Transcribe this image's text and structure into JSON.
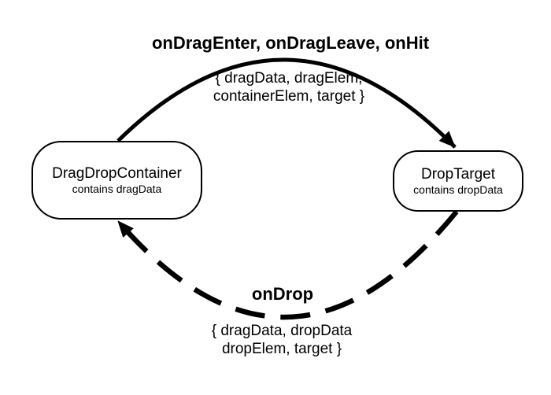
{
  "canvas": {
    "background": "#ffffff",
    "ink": "#000000"
  },
  "nodes": {
    "left": {
      "title": "DragDropContainer",
      "subtitle": "contains dragData"
    },
    "right": {
      "title": "DropTarget",
      "subtitle": "contains dropData"
    }
  },
  "edges": {
    "top": {
      "style": "solid",
      "direction": "DragDropContainer to DropTarget",
      "label": "onDragEnter, onDragLeave, onHit",
      "params": [
        "{ dragData, dragElem,",
        "containerElem, target }"
      ]
    },
    "bottom": {
      "style": "dashed",
      "direction": "DropTarget to DragDropContainer",
      "label": "onDrop",
      "params": [
        "{ dragData, dropData",
        "dropElem, target }"
      ]
    }
  }
}
